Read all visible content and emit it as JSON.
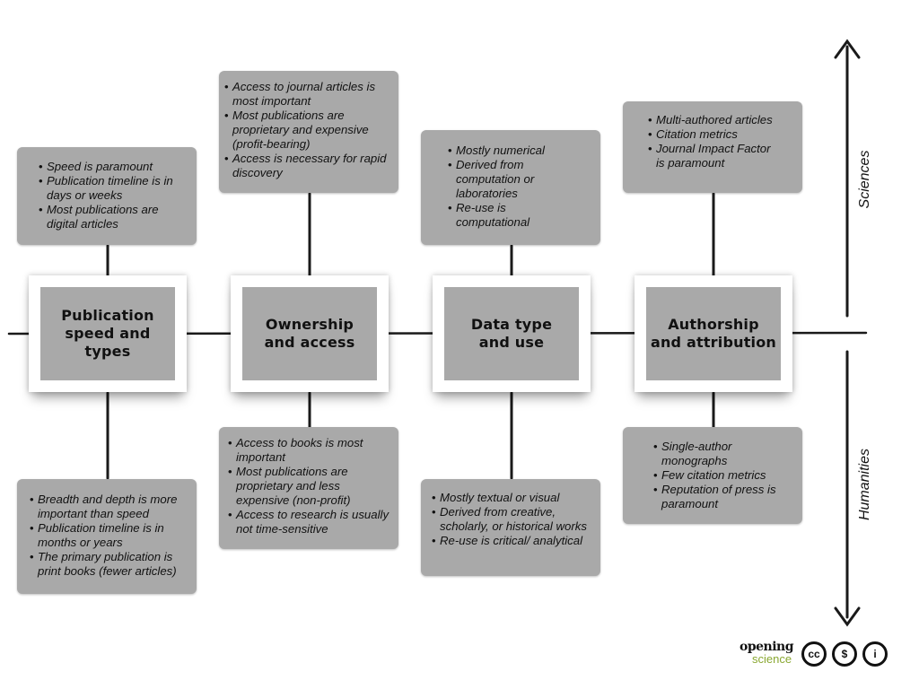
{
  "categories": [
    {
      "title": "Publication\nspeed and\ntypes",
      "sciences": [
        "Speed is paramount",
        "Publication timeline is in days or weeks",
        "Most publications are digital articles"
      ],
      "humanities": [
        "Breadth and depth is more important than speed",
        "Publication timeline is in months or years",
        "The primary publication is print books (fewer articles)"
      ]
    },
    {
      "title": "Ownership\nand access",
      "sciences": [
        "Access to journal articles is most important",
        "Most publications are proprietary and expensive (profit-bearing)",
        "Access is necessary for rapid discovery"
      ],
      "humanities": [
        "Access to books is most important",
        "Most publications are proprietary and less expensive (non-profit)",
        "Access to research is usually not time-sensitive"
      ]
    },
    {
      "title": "Data type\nand use",
      "sciences": [
        "Mostly numerical",
        "Derived from computation or laboratories",
        "Re-use is computational"
      ],
      "humanities": [
        "Mostly textual or visual",
        "Derived from creative, scholarly, or historical works",
        "Re-use is critical/ analytical"
      ]
    },
    {
      "title": "Authorship\nand attribution",
      "sciences": [
        "Multi-authored articles",
        "Citation metrics",
        "Journal Impact Factor is paramount"
      ],
      "humanities": [
        "Single-author monographs",
        "Few citation metrics",
        "Reputation of press is paramount"
      ]
    }
  ],
  "axis": {
    "top_label": "Sciences",
    "bottom_label": "Humanities"
  },
  "logo": {
    "line1": "opening",
    "line2": "science",
    "cc": "cc",
    "nc": "$",
    "by": "i"
  }
}
